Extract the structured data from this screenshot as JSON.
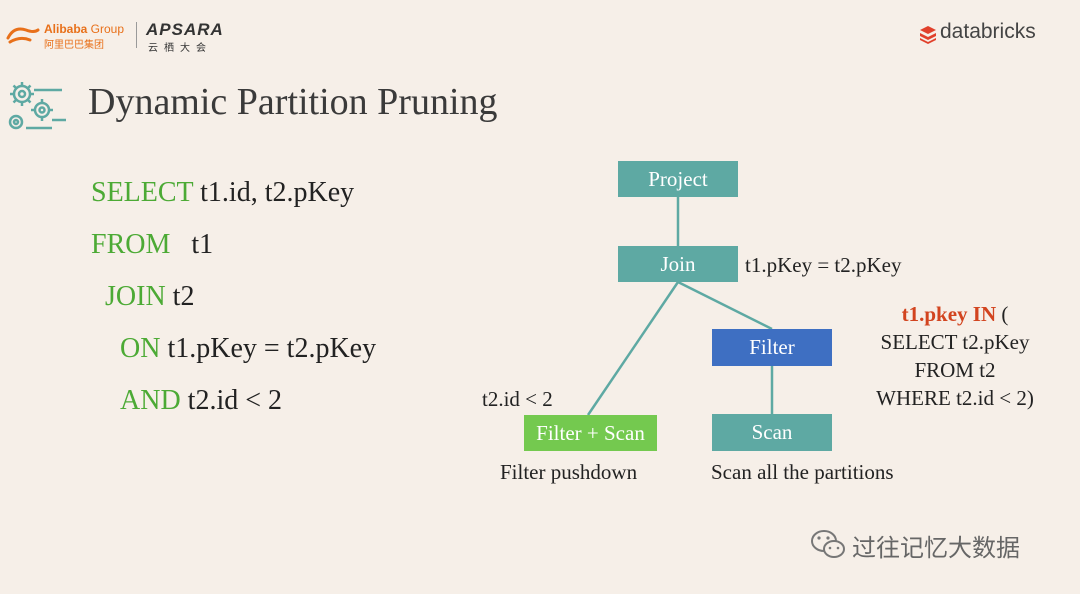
{
  "header": {
    "alibaba_en": "Alibaba",
    "alibaba_group": " Group",
    "alibaba_cn": "阿里巴巴集团",
    "apsara_en": "APSARA",
    "apsara_cn": "云栖大会",
    "databricks": "databricks"
  },
  "title": "Dynamic Partition Pruning",
  "sql": [
    {
      "kw": "SELECT",
      "rest": " t1.id, t2.pKey"
    },
    {
      "kw": "FROM",
      "rest": "   t1"
    },
    {
      "kw": "JOIN",
      "rest": " t2"
    },
    {
      "kw": "ON",
      "rest": " t1.pKey = t2.pKey"
    },
    {
      "kw": "AND",
      "rest": " t2.id < 2"
    }
  ],
  "diagram": {
    "nodes": {
      "project": "Project",
      "join": "Join",
      "filter": "Filter",
      "filter_scan": "Filter + Scan",
      "scan": "Scan"
    },
    "join_condition": "t1.pKey = t2.pKey",
    "left_predicate": "t2.id < 2",
    "left_caption": "Filter pushdown",
    "right_caption": "Scan all the partitions",
    "subquery": {
      "highlight": "t1.pkey IN",
      "paren": " (",
      "line2": "SELECT t2.pKey",
      "line3": "FROM t2",
      "line4": "WHERE t2.id < 2)"
    },
    "colors": {
      "teal": "#5ea9a3",
      "blue": "#3e6fc2",
      "green": "#74c94f",
      "highlight": "#d2441f",
      "keyword": "#4caa35"
    }
  },
  "watermark": "过往记忆大数据"
}
